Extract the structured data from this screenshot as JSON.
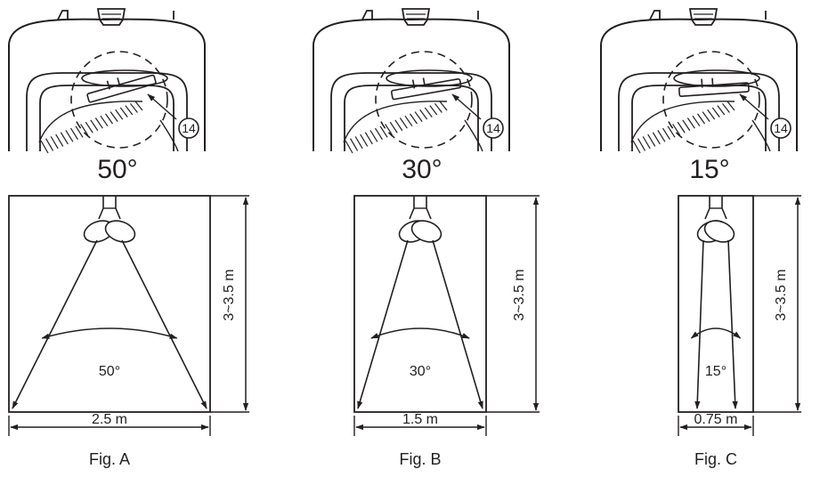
{
  "figures": [
    {
      "angle_title": "50°",
      "part_number": "14",
      "beam_angle_label": "50°",
      "height_label": "3~3.5 m",
      "width_label": "2.5 m",
      "caption": "Fig. A"
    },
    {
      "angle_title": "30°",
      "part_number": "14",
      "beam_angle_label": "30°",
      "height_label": "3~3.5 m",
      "width_label": "1.5 m",
      "caption": "Fig. B"
    },
    {
      "angle_title": "15°",
      "part_number": "14",
      "beam_angle_label": "15°",
      "height_label": "3~3.5 m",
      "width_label": "0.75 m",
      "caption": "Fig. C"
    }
  ],
  "colors": {
    "ink": "#231f20",
    "background": "#ffffff"
  }
}
